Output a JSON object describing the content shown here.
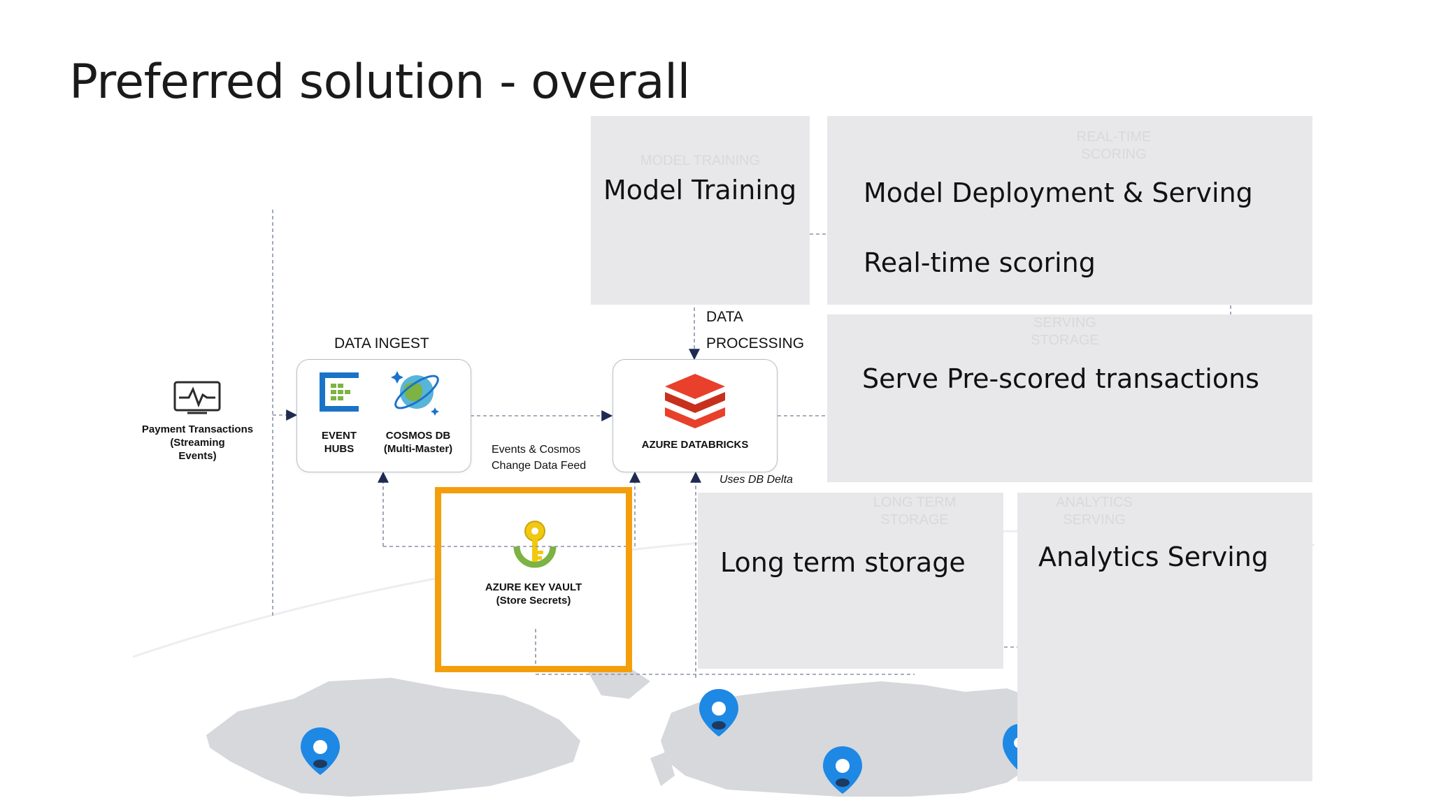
{
  "slide": {
    "title": "Preferred solution - overall"
  },
  "overlays": {
    "model_training": "Model Training",
    "model_deployment": "Model Deployment & Serving",
    "real_time_scoring": "Real-time scoring",
    "serve_prescored": "Serve Pre-scored transactions",
    "long_term_storage": "Long term storage",
    "analytics_serving": "Analytics Serving"
  },
  "ghost_text": {
    "model_training": "MODEL TRAINING",
    "real_time": "REAL-TIME\nSCORING",
    "serving_storage": "SERVING\nSTORAGE",
    "long_term": "LONG TERM\nSTORAGE",
    "analytics": "ANALYTICS\nSERVING"
  },
  "diagram": {
    "source": {
      "label": "Payment Transactions\n(Streaming\nEvents)",
      "icon": "activity-monitor-icon"
    },
    "data_ingest": {
      "section_label": "DATA INGEST",
      "event_hubs": "EVENT\nHUBS",
      "cosmos_db": "COSMOS DB\n(Multi-Master)"
    },
    "edge_events": "Events & Cosmos\nChange Data Feed",
    "data_processing": {
      "section_label_line1": "DATA",
      "section_label_line2": "PROCESSING",
      "databricks": "AZURE DATABRICKS"
    },
    "uses_delta": "Uses DB Delta",
    "key_vault": {
      "label": "AZURE KEY VAULT\n(Store Secrets)",
      "icon": "key-icon"
    },
    "colors": {
      "highlight": "#f59e0b",
      "databricks_red": "#e8402b",
      "event_hubs_blue": "#1b73c8",
      "key_vault_green": "#7cb342",
      "map_grey": "#d6d8dc",
      "pin_blue": "#1e88e5"
    }
  }
}
